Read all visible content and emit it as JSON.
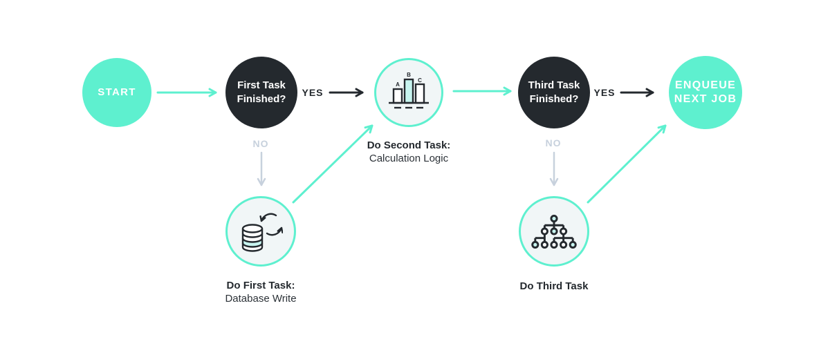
{
  "colors": {
    "accent_teal": "#5ef0cf",
    "dark": "#24292e",
    "muted_no_arrow": "#c7d1dd",
    "icon_teal_fill": "#c7f4ef",
    "outline_node_bg": "#f1f6f7"
  },
  "nodes": {
    "start": {
      "label": "START"
    },
    "first_check": {
      "line1": "First Task",
      "line2": "Finished?"
    },
    "do_second": {
      "title": "Do Second Task:",
      "subtitle": "Calculation Logic"
    },
    "do_first": {
      "title": "Do First Task:",
      "subtitle": "Database Write"
    },
    "third_check": {
      "line1": "Third Task",
      "line2": "Finished?"
    },
    "do_third": {
      "title": "Do Third Task"
    },
    "enqueue": {
      "line1": "ENQUEUE",
      "line2": "NEXT JOB"
    }
  },
  "edges": {
    "first_yes": "YES",
    "first_no": "NO",
    "third_yes": "YES",
    "third_no": "NO"
  },
  "icons": {
    "bar_chart": {
      "labels": [
        "A",
        "B",
        "C"
      ]
    },
    "database_sync": {
      "name": "database with sync arrows"
    },
    "org_tree": {
      "name": "hierarchy tree"
    }
  }
}
